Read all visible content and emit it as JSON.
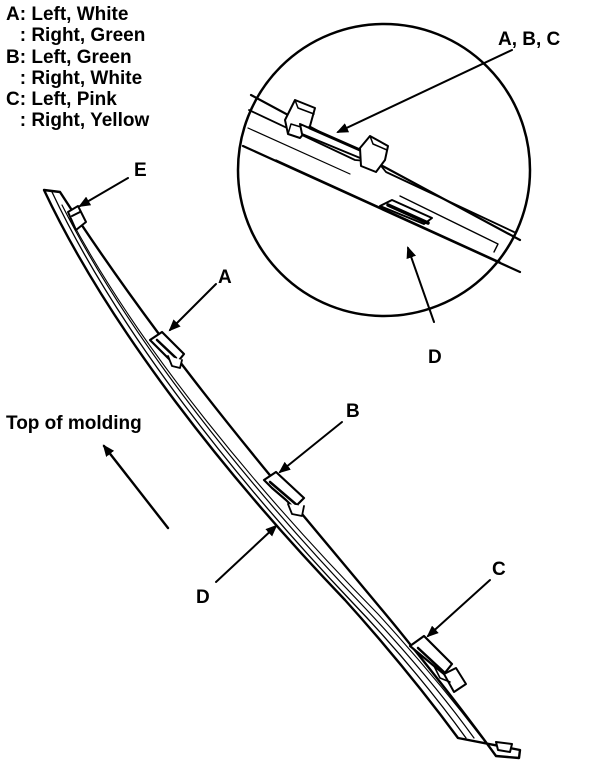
{
  "legend": [
    {
      "letter": "A",
      "line1": ": Left, White",
      "line2": ": Right, Green"
    },
    {
      "letter": "B",
      "line1": ": Left, Green",
      "line2": ": Right, White"
    },
    {
      "letter": "C",
      "line1": ": Left, Pink",
      "line2": ": Right, Yellow"
    }
  ],
  "labels": {
    "abc": "A, B, C",
    "e": "E",
    "a": "A",
    "b": "B",
    "c": "C",
    "d_inset": "D",
    "d_main": "D",
    "top_of_molding": "Top of molding"
  }
}
